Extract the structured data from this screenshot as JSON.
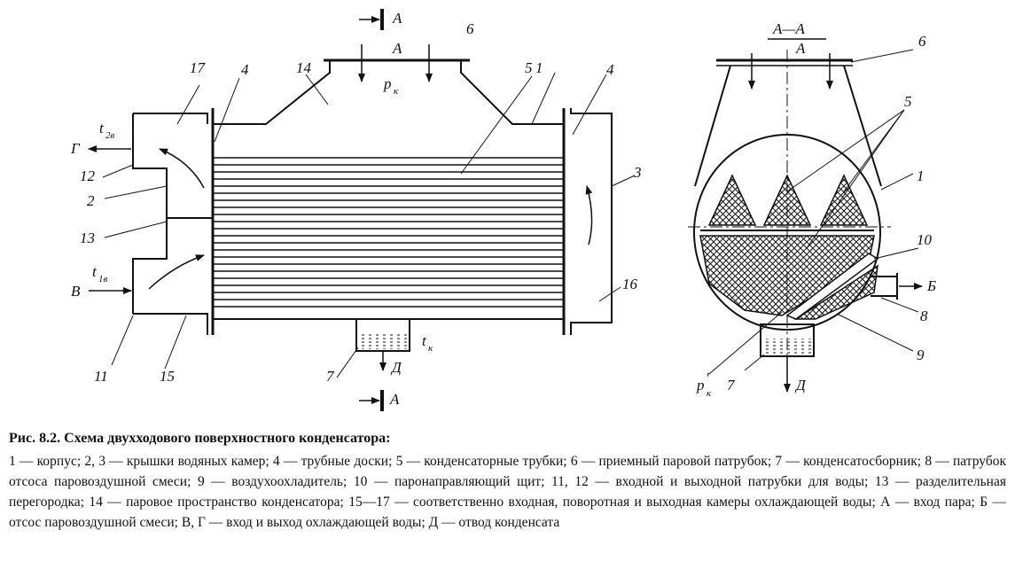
{
  "figure": {
    "caption_title": "Рис. 8.2. Схема двухходового поверхностного конденсатора:",
    "legend": "1 — корпус; 2, 3 — крышки водяных камер; 4 — трубные доски; 5 — конденсаторные трубки; 6 — приемный паровой патрубок; 7 — конденсатосборник; 8 — патрубок отсоса паровоздушной смеси; 9 — воздухоохладитель; 10 — паронаправляющий щит; 11, 12 — входной и выходной патрубки для воды; 13 — разделительная перегородка; 14 — паровое пространство конденсатора; 15—17 — соответственно входная, поворотная и выходная камеры охлаждающей воды; А — вход пара; Б — отсос паровоздушной смеси; В, Г — вход и выход охлаждающей воды; Д — отвод конденсата"
  },
  "side_view": {
    "section_mark_top": "А",
    "section_mark_bottom": "А",
    "steam_inlet": "А",
    "pressure": "p",
    "pressure_sub": "к",
    "t2": "t",
    "t2_sub": "2в",
    "t1": "t",
    "t1_sub": "1в",
    "tk": "t",
    "tk_sub": "к",
    "out_G": "Г",
    "in_V": "В",
    "drain_D": "Д",
    "n1": "1",
    "n2": "2",
    "n3": "3",
    "n4a": "4",
    "n4b": "4",
    "n5": "5",
    "n6": "6",
    "n7": "7",
    "n11": "11",
    "n12": "12",
    "n13": "13",
    "n14": "14",
    "n15": "15",
    "n16": "16",
    "n17": "17"
  },
  "section_view": {
    "title": "А—А",
    "steam_inlet": "А",
    "suction_B": "Б",
    "drain_D": "Д",
    "pressure": "p",
    "pressure_prime": "′",
    "pressure_sub": "к",
    "n1": "1",
    "n5": "5",
    "n6": "6",
    "n7": "7",
    "n8": "8",
    "n9": "9",
    "n10": "10"
  }
}
